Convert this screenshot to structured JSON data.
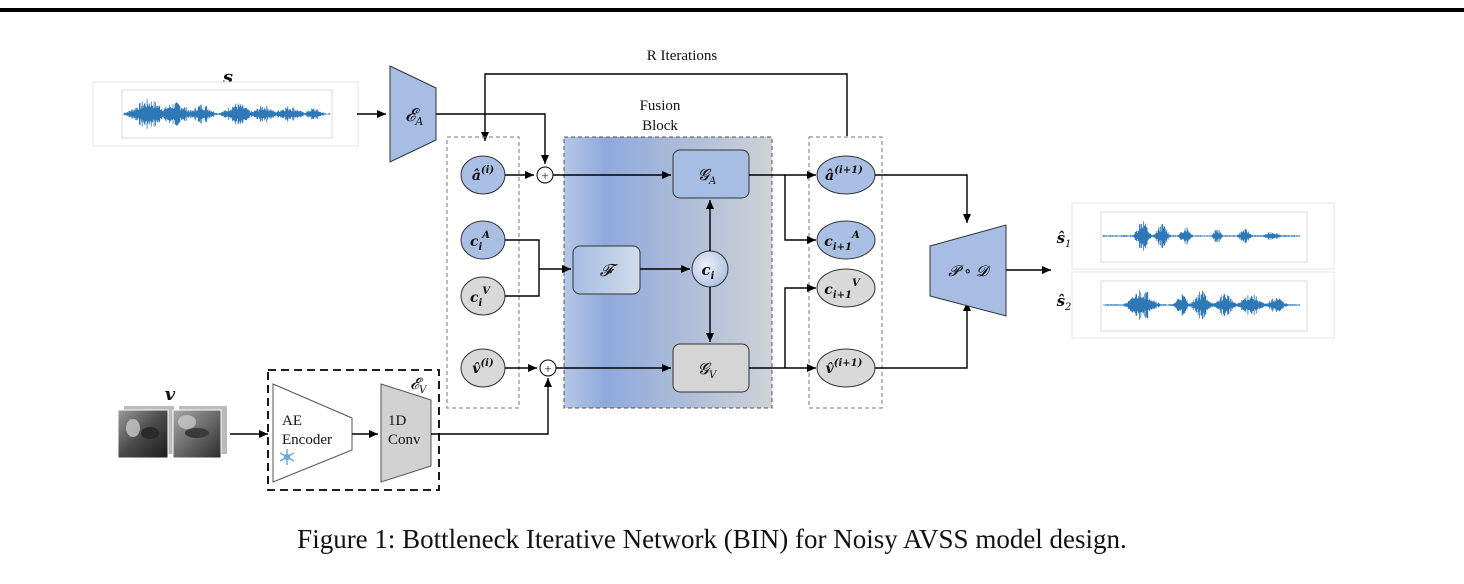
{
  "diagram": {
    "labels": {
      "r_iterations": "R Iterations",
      "fusion_block_line1": "Fusion",
      "fusion_block_line2": "Block",
      "audio_signal": "s",
      "video_signal": "v",
      "audio_encoder": "𝓔",
      "audio_encoder_sub": "A",
      "video_encoder": "𝓔",
      "video_encoder_sub": "V",
      "ae_encoder_line1": "AE",
      "ae_encoder_line2": "Encoder",
      "conv_line1": "1D",
      "conv_line2": "Conv",
      "fusion_f": "𝓕",
      "ci": "c",
      "ci_sub": "i",
      "ga": "𝓖",
      "ga_sub": "A",
      "gv": "𝓖",
      "gv_sub": "V",
      "decoder": "𝓟 ∘ 𝓓",
      "output1": "ŝ",
      "output1_sub": "1",
      "output2": "ŝ",
      "output2_sub": "2"
    },
    "nodes": {
      "a_i": {
        "base": "â",
        "sup": "(i)"
      },
      "ci_a": {
        "base": "c",
        "sub": "i",
        "sup": "A"
      },
      "ci_v": {
        "base": "c",
        "sub": "i",
        "sup": "V"
      },
      "v_i": {
        "base": "v̂",
        "sup": "(i)"
      },
      "a_next": {
        "base": "â",
        "sup": "(i+1)"
      },
      "ci1_a": {
        "base": "c",
        "sub": "i+1",
        "sup": "A"
      },
      "ci1_v": {
        "base": "c",
        "sub": "i+1",
        "sup": "V"
      },
      "v_next": {
        "base": "v̂",
        "sup": "(i+1)"
      }
    },
    "plus": "+",
    "colors": {
      "blue_node": "#a9bfe3",
      "gray_node": "#d9d9d9",
      "waveform": "#2f78b7"
    }
  },
  "caption": "Figure 1: Bottleneck Iterative Network (BIN) for Noisy AVSS model design."
}
